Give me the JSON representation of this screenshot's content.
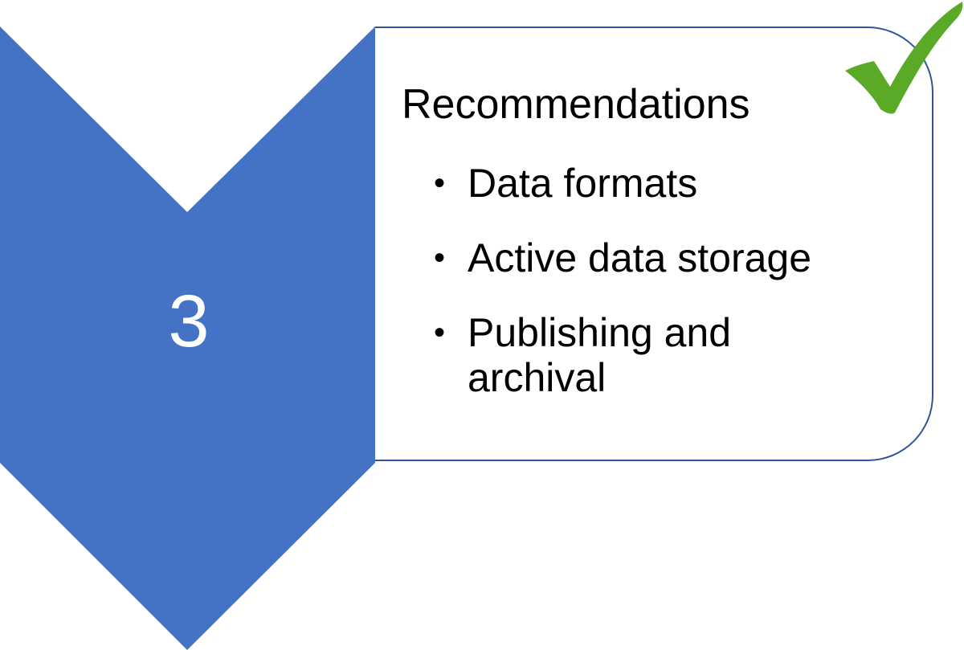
{
  "step": {
    "number": "3",
    "color": "#4472c4"
  },
  "box": {
    "title": "Recommendations",
    "border_color": "#2f5597",
    "items": [
      {
        "text": "Data formats"
      },
      {
        "text": "Active data storage"
      },
      {
        "text": "Publishing and archival"
      }
    ],
    "bullet_symbol": "•"
  },
  "status_icon": {
    "name": "checkmark-icon",
    "color": "#5aaa27"
  }
}
